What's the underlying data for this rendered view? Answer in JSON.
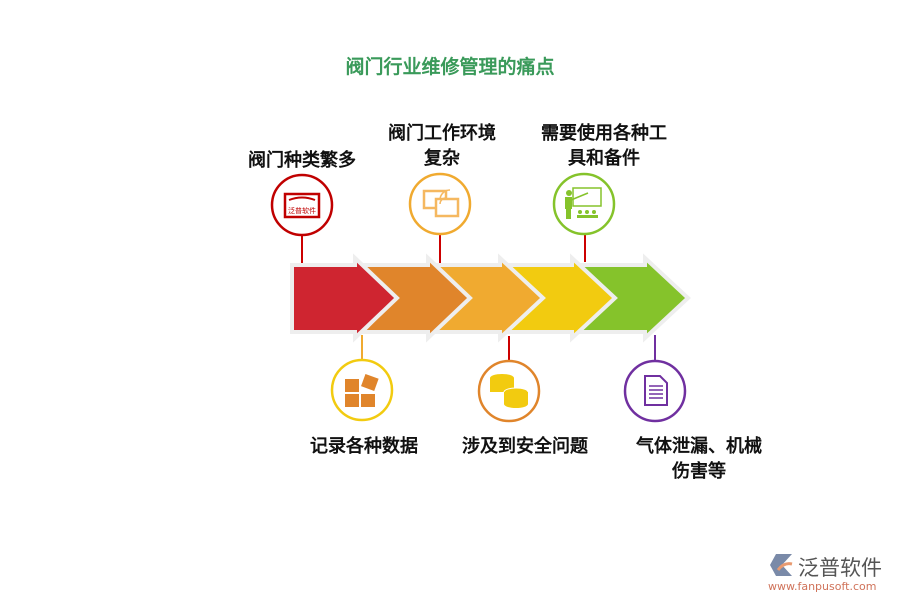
{
  "title": "阀门行业维修管理的痛点",
  "colors": {
    "red": "#cf2530",
    "orange": "#e0852b",
    "amber": "#f0aa30",
    "yellow": "#f2cb10",
    "green": "#85c32b",
    "purple": "#7030a0",
    "title": "#3a9a5a"
  },
  "steps": [
    {
      "label_lines": [
        "阀门种类繁多"
      ],
      "icon": "fanpu-logo-icon",
      "icon_text": "泛普软件",
      "position": "top"
    },
    {
      "label_lines": [
        "记录各种数据"
      ],
      "icon": "puzzle-icon",
      "position": "bottom"
    },
    {
      "label_lines": [
        "阀门工作环境",
        "复杂"
      ],
      "icon": "wireless-screen-icon",
      "position": "top"
    },
    {
      "label_lines": [
        "涉及到安全问题"
      ],
      "icon": "coins-icon",
      "position": "bottom"
    },
    {
      "label_lines": [
        "需要使用各种工",
        "具和备件"
      ],
      "icon": "teacher-presentation-icon",
      "position": "top"
    },
    {
      "label_lines": [
        "气体泄漏、机械",
        "伤害等"
      ],
      "icon": "document-icon",
      "position": "bottom"
    }
  ],
  "watermark": {
    "name": "泛普软件",
    "url": "www.fanpusoft.com"
  }
}
